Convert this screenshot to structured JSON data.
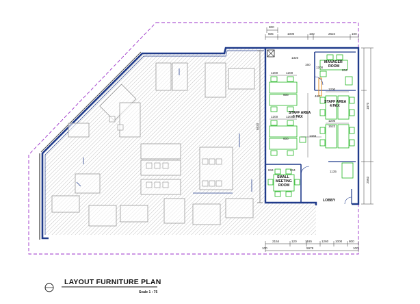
{
  "drawing": {
    "title": "LAYOUT FURNITURE PLAN",
    "scale": "Scale 1 : 75"
  },
  "rooms": {
    "manager": [
      "MANAGER",
      "ROOM"
    ],
    "staff6": [
      "STAFF AREA",
      "6 PAX"
    ],
    "staff4": [
      "STAFF AREA",
      "4 PAX"
    ],
    "meeting": [
      "SMALL",
      "MEETING",
      "ROOM"
    ],
    "lobby": "LOBBY"
  },
  "dimensions": {
    "top": [
      "605",
      "1000",
      "100",
      "2624",
      "100"
    ],
    "top_small": "800",
    "bottom": [
      "2154",
      "120",
      "1165",
      "1260",
      "1000",
      "800"
    ],
    "bottom_ends": [
      "100",
      "100"
    ],
    "bottom_total": "5978",
    "left": "5520",
    "right": [
      "1870",
      "2563"
    ],
    "inner": [
      "1200",
      "1200",
      "1200",
      "1200",
      "1320",
      "1522",
      "1434",
      "1135",
      "834",
      "834",
      "600",
      "600",
      "1200",
      "1200",
      "460",
      "160",
      "1200",
      "834"
    ]
  },
  "colors": {
    "wall": "#1f3a8a",
    "furniture": "#1fb51f",
    "boundary": "#9b30c8",
    "hatch": "#8c8c8c",
    "dim": "#333333",
    "door": "#e08a1e"
  }
}
